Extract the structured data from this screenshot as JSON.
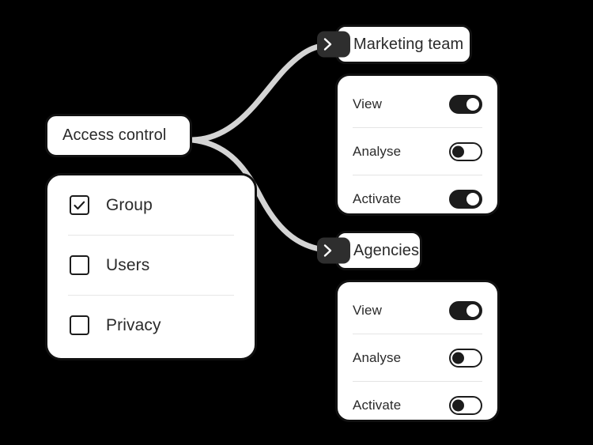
{
  "canvas": {
    "background_color": "#000000",
    "accent_color": "#1c1c1c",
    "card_border_color": "#111111",
    "connector_color": "#d4d4d4",
    "text_color": "#2a2a2a"
  },
  "root_node": {
    "label": "Access control"
  },
  "options_card": {
    "items": [
      {
        "label": "Group",
        "checked": true,
        "icon": "checkbox-checked-icon"
      },
      {
        "label": "Users",
        "checked": false,
        "icon": "checkbox-unchecked-icon"
      },
      {
        "label": "Privacy",
        "checked": false,
        "icon": "checkbox-unchecked-icon"
      }
    ]
  },
  "branches": [
    {
      "id": "marketing-team",
      "label": "Marketing team",
      "chevron_icon": "chevron-right-icon",
      "permissions": [
        {
          "label": "View",
          "state": "on"
        },
        {
          "label": "Analyse",
          "state": "off"
        },
        {
          "label": "Activate",
          "state": "on"
        }
      ]
    },
    {
      "id": "agencies",
      "label": "Agencies",
      "chevron_icon": "chevron-right-icon",
      "permissions": [
        {
          "label": "View",
          "state": "on"
        },
        {
          "label": "Analyse",
          "state": "off"
        },
        {
          "label": "Activate",
          "state": "off"
        }
      ]
    }
  ]
}
